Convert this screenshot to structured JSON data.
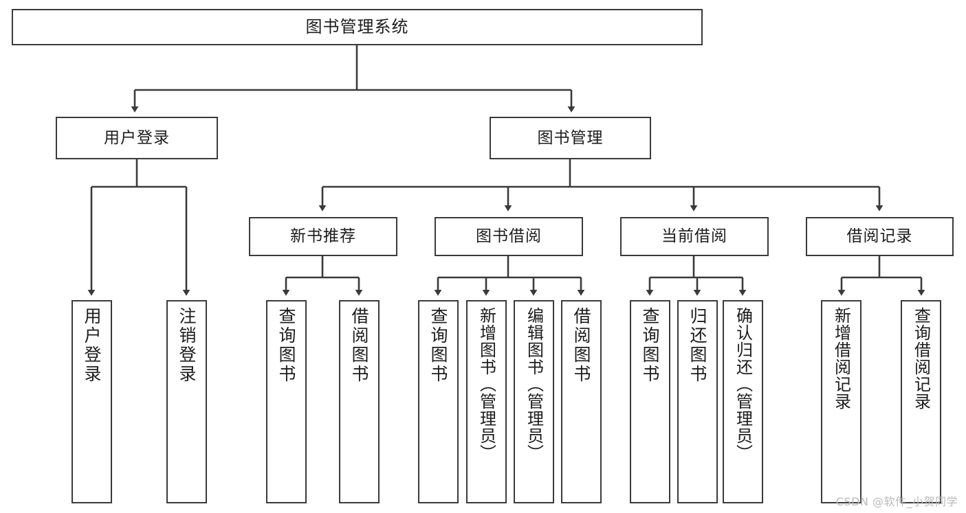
{
  "diagram": {
    "title": "图书管理系统",
    "watermark": "CSDN @软件_小贺同学",
    "line_color": "#3a3a3a",
    "box_fill": "#ffffff",
    "text_color": "#1c1c1c",
    "levels": {
      "root": "图书管理系统",
      "level2": [
        "用户登录",
        "图书管理"
      ],
      "level3": [
        "新书推荐",
        "图书借阅",
        "当前借阅",
        "借阅记录"
      ]
    },
    "nodes": {
      "root": {
        "label": "图书管理系统"
      },
      "user_login": {
        "label": "用户登录"
      },
      "book_manage": {
        "label": "图书管理"
      },
      "new_book_rec": {
        "label": "新书推荐"
      },
      "book_borrow": {
        "label": "图书借阅"
      },
      "current_borrow": {
        "label": "当前借阅"
      },
      "borrow_record": {
        "label": "借阅记录"
      }
    },
    "leaves": {
      "user_login": [
        {
          "label": "用户登录"
        },
        {
          "label": "注销登录"
        }
      ],
      "new_book_rec": [
        {
          "label": "查询图书"
        },
        {
          "label": "借阅图书"
        }
      ],
      "book_borrow": [
        {
          "label": "查询图书"
        },
        {
          "label": "新增图书（管理员）"
        },
        {
          "label": "编辑图书（管理员）"
        },
        {
          "label": "借阅图书"
        }
      ],
      "current_borrow": [
        {
          "label": "查询图书"
        },
        {
          "label": "归还图书"
        },
        {
          "label": "确认归还（管理员）"
        }
      ],
      "borrow_record": [
        {
          "label": "新增借阅记录"
        },
        {
          "label": "查询借阅记录"
        }
      ]
    }
  }
}
